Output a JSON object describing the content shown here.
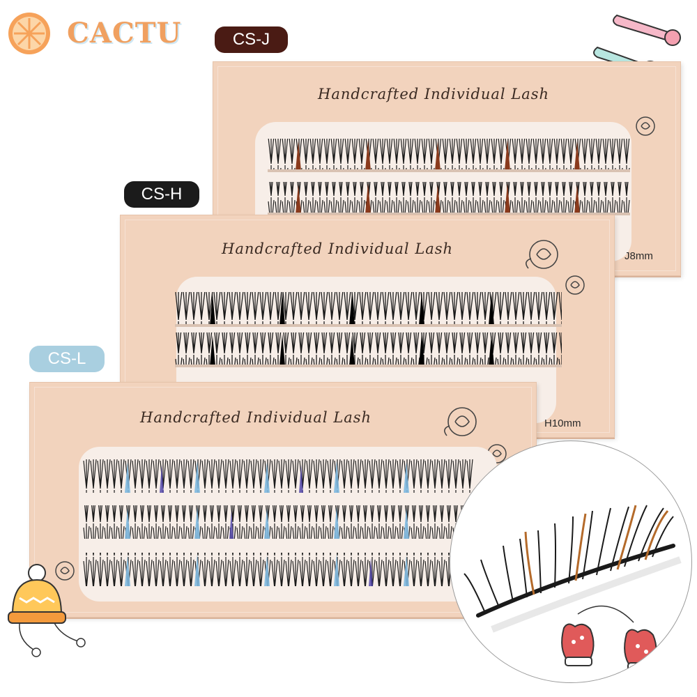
{
  "brand": {
    "name": "CACTU"
  },
  "boxes": [
    {
      "tag": "CS-J",
      "title": "Handcrafted Individual Lash",
      "size": "J8mm",
      "tag_color": "#4a1b14",
      "accent_color": "#8a3a1c"
    },
    {
      "tag": "CS-H",
      "title": "Handcrafted Individual Lash",
      "size": "H10mm",
      "tag_color": "#1b1b1b",
      "accent_color": "#000000"
    },
    {
      "tag": "CS-L",
      "title": "Handcrafted Individual Lash",
      "size": "",
      "tag_color": "#a9cfe0",
      "accent_color": "#7fb9e0"
    }
  ],
  "icons": [
    "orange-slice-icon",
    "hair-clip-icon",
    "rose-icon",
    "beanie-icon",
    "mittens-icon"
  ]
}
